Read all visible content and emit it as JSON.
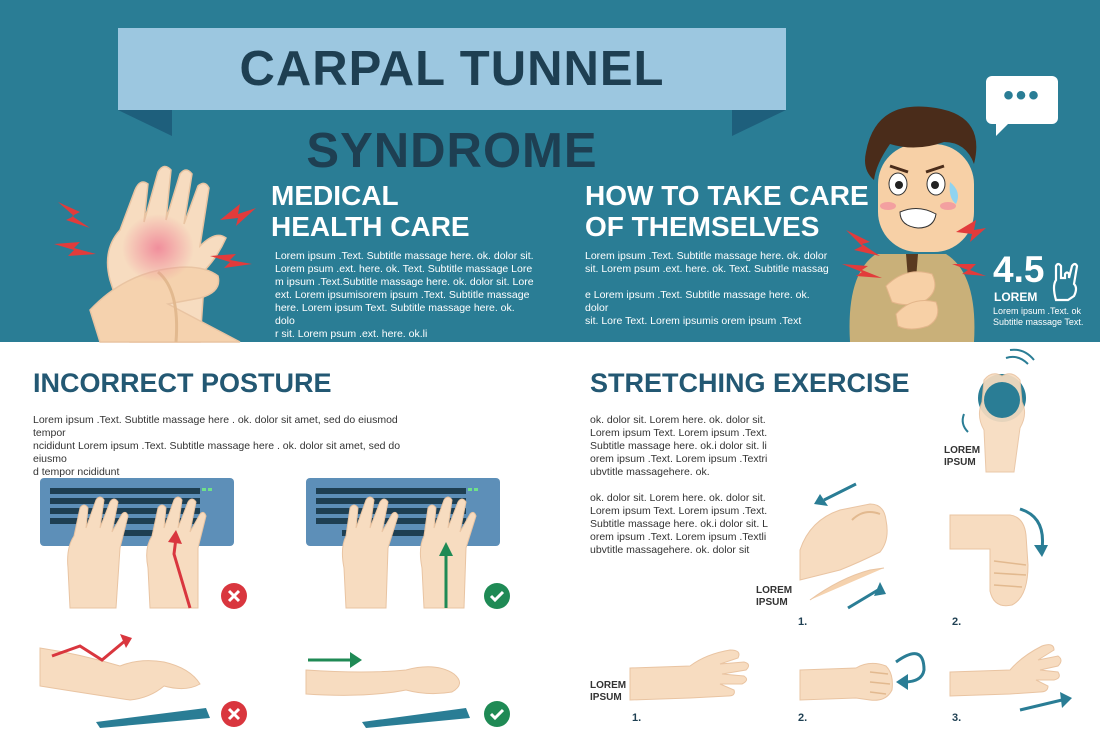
{
  "header": {
    "title": "CARPAL TUNNEL SYNDROME"
  },
  "medical": {
    "title_line1": "MEDICAL",
    "title_line2": "HEALTH CARE",
    "body": [
      "Lorem ipsum .Text. Subtitle massage here. ok. dolor sit.",
      "Lorem psum .ext. here. ok. Text. Subtitle massage Lore",
      "m ipsum .Text.Subtitle massage here. ok. dolor sit. Lore",
      "ext.  Lorem ipsumisorem ipsum .Text. Subtitle massage",
      "here. Lorem ipsum Text. Subtitle massage here. ok. dolo",
      "r sit. Lorem psum .ext. here. ok.li"
    ]
  },
  "care": {
    "title_line1": "HOW TO TAKE CARE",
    "title_line2": "OF THEMSELVES",
    "body": [
      "Lorem ipsum .Text. Subtitle massage here. ok. dolor",
      "sit. Lorem psum .ext. here. ok. Text. Subtitle massag",
      "",
      "e Lorem ipsum .Text. Subtitle massage here. ok. dolor",
      "sit. Lore Text.  Lorem ipsumis orem ipsum .Text"
    ]
  },
  "badge": {
    "number": "4.5",
    "label": "LOREM",
    "text_line1": "Lorem ipsum .Text. ok",
    "text_line2": "Subtitle massage Text."
  },
  "speech": {
    "dots": "•••"
  },
  "posture": {
    "title": "INCORRECT POSTURE",
    "body": [
      "Lorem ipsum .Text. Subtitle massage here . ok. dolor sit amet, sed do eiusmod tempor",
      "ncididunt Lorem ipsum .Text. Subtitle massage here . ok. dolor sit amet, sed do eiusmo",
      "d tempor ncididunt"
    ]
  },
  "stretch": {
    "title": "STRETCHING EXERCISE",
    "block1": [
      "ok. dolor sit. Lorem here. ok. dolor sit.",
      "Lorem ipsum Text. Lorem ipsum .Text.",
      "Subtitle massage here. ok.i dolor sit. li",
      "orem ipsum .Text. Lorem ipsum .Textri",
      "ubvtitle massagehere. ok."
    ],
    "block2": [
      "ok. dolor sit. Lorem here. ok. dolor sit.",
      "Lorem ipsum Text. Lorem ipsum .Text.",
      "Subtitle massage here. ok.i dolor sit. L",
      "orem ipsum .Text. Lorem ipsum .Textli",
      "ubvtitle massagehere. ok. dolor sit"
    ],
    "tags": {
      "ball_line1": "LOREM",
      "ball_line2": "IPSUM",
      "mid_line1": "LOREM",
      "mid_line2": "IPSUM",
      "bottom_line1": "LOREM",
      "bottom_line2": "IPSUM"
    },
    "steps": {
      "top1": "1.",
      "top2": "2.",
      "bot1": "1.",
      "bot2": "2.",
      "bot3": "3."
    }
  },
  "colors": {
    "header_bg": "#2a7d95",
    "ribbon": "#9cc7e0",
    "title_dark": "#1e3f52",
    "section_title": "#235873",
    "keyboard": "#5d8fb8",
    "skin": "#f5dcb8",
    "alert_red": "#e23b3b",
    "check_green": "#1f8a55",
    "wrong_red": "#d9363e"
  },
  "icons": [
    "lightning-icon",
    "speech-bubble-icon",
    "rock-hand-icon",
    "cross-icon",
    "check-icon",
    "arrow-icon"
  ]
}
